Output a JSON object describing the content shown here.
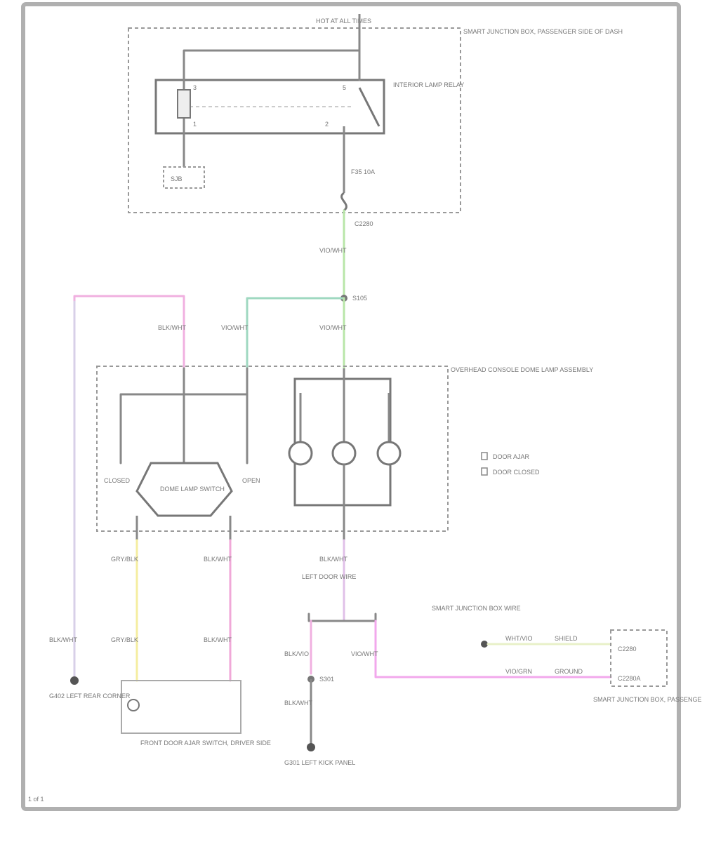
{
  "diagram": {
    "top_feed_label": "HOT AT ALL TIMES",
    "fuse_box_label": "SMART JUNCTION BOX, PASSENGER SIDE OF DASH",
    "relay_pin_3": "3",
    "relay_pin_5": "5",
    "relay_pin_1": "1",
    "relay_pin_2": "2",
    "relay_label": "INTERIOR LAMP RELAY",
    "ground_left_label": "SJB",
    "fuse_label": "F35 10A",
    "fuse_connector": "C2280",
    "wire_top": "VIO/WHT",
    "splice_label": "S105",
    "dome_wire_left": "BLK/WHT",
    "dome_wire_mid": "VIO/WHT",
    "dome_wire_right": "VIO/WHT",
    "dome_assembly_label": "OVERHEAD CONSOLE DOME LAMP ASSEMBLY",
    "dome_switch_label": "DOME LAMP SWITCH",
    "switch_off": "CLOSED",
    "switch_open": "OPEN",
    "legend_1": "DOOR AJAR",
    "legend_2": "DOOR CLOSED",
    "door_wire_left": "GRY/BLK",
    "door_wire_right": "BLK/WHT",
    "door_wire_left_2": "GRY/BLK",
    "door_wire_right_2": "BLK/WHT",
    "ground_wire_left": "BLK/WHT",
    "ground_left_text": "G402 LEFT REAR CORNER",
    "door_switch_label": "FRONT DOOR AJAR SWITCH, DRIVER SIDE",
    "lower_wire_mid": "BLK/WHT",
    "lower_wire_mid_2": "LEFT DOOR WIRE",
    "junction_left_wire": "BLK/VIO",
    "junction_right_wire": "VIO/WHT",
    "splice_lower": "S301",
    "ground_lower_wire": "BLK/WHT",
    "ground_lower_text": "G301 LEFT KICK PANEL",
    "right_top_text": "SMART JUNCTION BOX WIRE",
    "right_wire_1": "WHT/VIO",
    "right_wire_1b": "SHIELD",
    "right_wire_2": "VIO/GRN",
    "right_wire_2b": "GROUND",
    "right_pin_1": "C2280",
    "right_pin_2": "C2280A",
    "right_module_label": "SMART JUNCTION BOX, PASSENGER SIDE OF DASH",
    "figure_number": "1 of 1"
  }
}
